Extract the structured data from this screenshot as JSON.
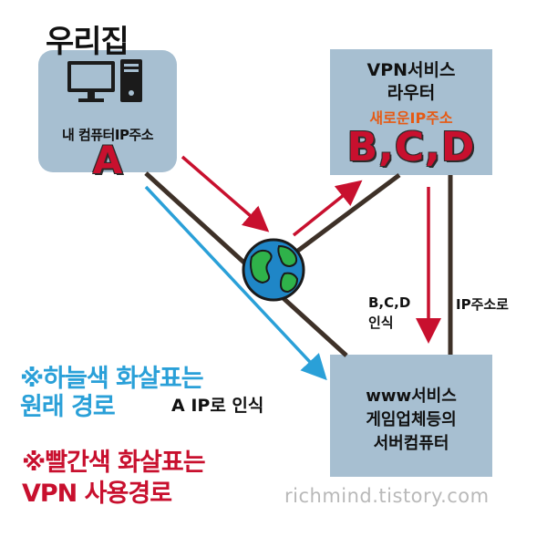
{
  "home": {
    "title": "우리집",
    "computer_label": "내 컴퓨터IP주소",
    "ip_letter": "A"
  },
  "vpn": {
    "line1": "VPN서비스",
    "line2": "라우터",
    "new_ip_label": "새로운IP주소",
    "ip_letters": "B,C,D"
  },
  "server": {
    "line1": "www서비스",
    "line2": "게임업체등의",
    "line3": "서버컴퓨터"
  },
  "notes": {
    "bcd": "B,C,D",
    "bcd_recognized": "인식",
    "by_ip": "IP주소로"
  },
  "legend": {
    "sky_line1": "※하늘색 화살표는",
    "sky_line2": "원래 경로",
    "sky_suffix": "A IP로 인식",
    "red_line1": "※빨간색 화살표는",
    "red_line2": "VPN 사용경로"
  },
  "watermark": "richmind.tistory.com",
  "colors": {
    "box": "#a7bfd1",
    "red_arrow": "#c8102e",
    "sky_arrow": "#2aa0d8",
    "line_dark": "#3e3128",
    "orange_text": "#e65a14"
  },
  "icons": {
    "computer": "desktop-computer-icon",
    "globe": "globe-icon"
  }
}
